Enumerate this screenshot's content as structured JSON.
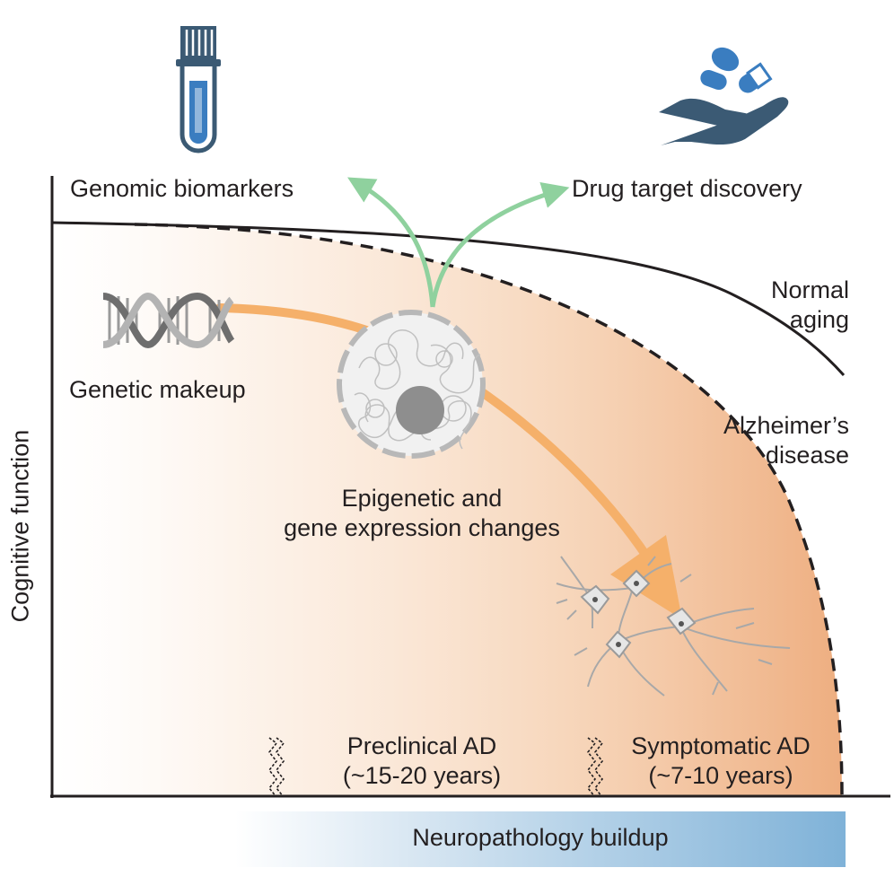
{
  "labels": {
    "genomic_biomarkers": "Genomic biomarkers",
    "drug_target_discovery": "Drug target discovery",
    "normal_aging_line1": "Normal",
    "normal_aging_line2": "aging",
    "alzheimers_line1": "Alzheimer’s",
    "alzheimers_line2": "disease",
    "genetic_makeup": "Genetic makeup",
    "epigenetic_line1": "Epigenetic and",
    "epigenetic_line2": "gene expression changes",
    "preclinical_line1": "Preclinical AD",
    "preclinical_line2": "(~15-20 years)",
    "symptomatic_line1": "Symptomatic AD",
    "symptomatic_line2": "(~7-10 years)",
    "y_axis": "Cognitive function",
    "bar": "Neuropathology buildup"
  },
  "icons": {
    "test_tube": "test-tube-icon",
    "drug": "hand-pills-icon",
    "dna": "dna-icon",
    "nucleus": "cell-nucleus-icon",
    "neurons": "neurons-icon"
  },
  "colors": {
    "text": "#231f20",
    "green_arrow": "#8fd19e",
    "orange_arrow": "#f5b06a",
    "ad_fill": "#eeb083",
    "icon_blue": "#3a7dc0",
    "icon_navy": "#3b5a74",
    "bar_end": "#7fb2d8"
  }
}
